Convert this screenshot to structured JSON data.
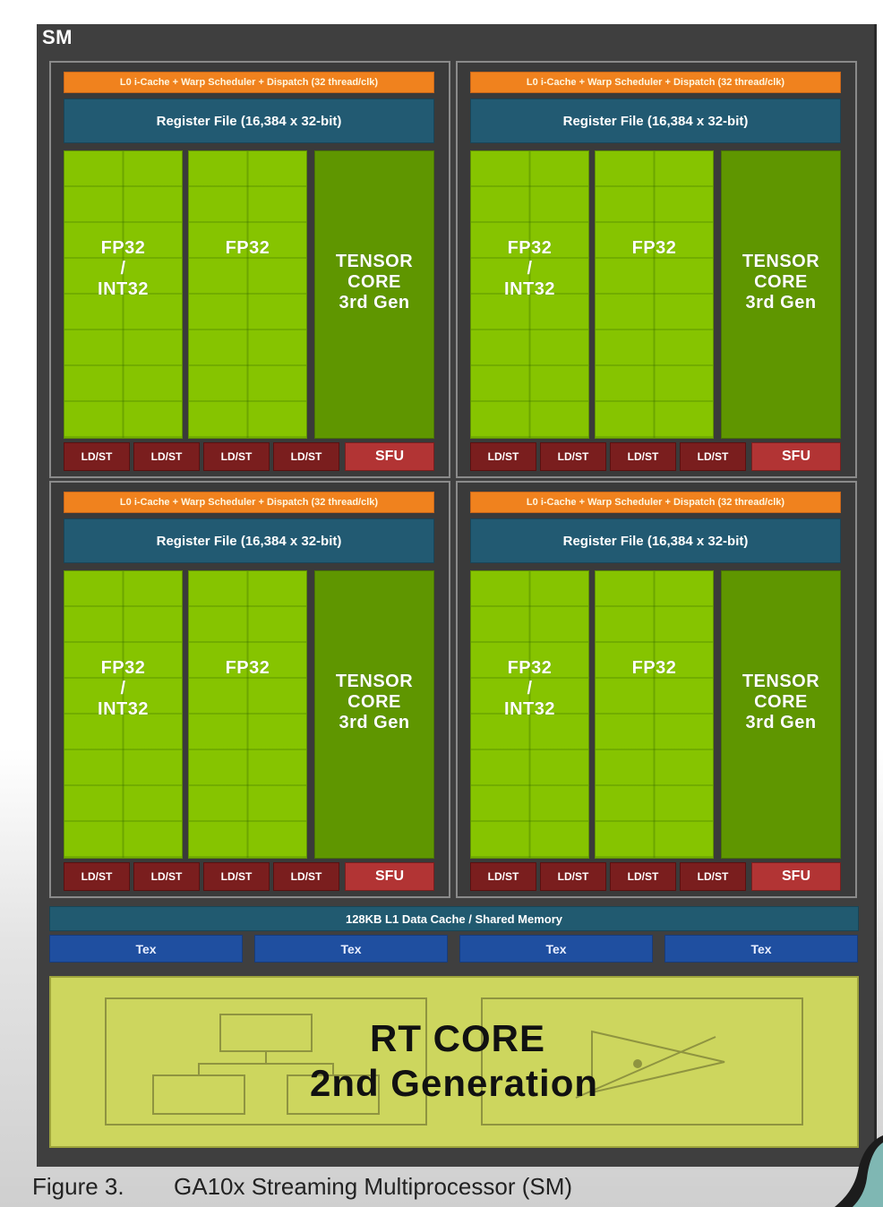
{
  "sm": {
    "title": "SM",
    "processing_blocks": [
      {
        "warp_scheduler": "L0 i-Cache + Warp Scheduler + Dispatch (32 thread/clk)",
        "register_file": "Register File (16,384 x 32-bit)",
        "units": [
          {
            "lines": [
              "FP32",
              "/",
              "INT32"
            ]
          },
          {
            "lines": [
              "FP32"
            ]
          },
          {
            "lines": [
              "TENSOR",
              "CORE",
              "3rd Gen"
            ]
          }
        ],
        "ldst": [
          "LD/ST",
          "LD/ST",
          "LD/ST",
          "LD/ST"
        ],
        "sfu": "SFU"
      },
      {
        "warp_scheduler": "L0 i-Cache + Warp Scheduler + Dispatch (32 thread/clk)",
        "register_file": "Register File (16,384 x 32-bit)",
        "units": [
          {
            "lines": [
              "FP32",
              "/",
              "INT32"
            ]
          },
          {
            "lines": [
              "FP32"
            ]
          },
          {
            "lines": [
              "TENSOR",
              "CORE",
              "3rd Gen"
            ]
          }
        ],
        "ldst": [
          "LD/ST",
          "LD/ST",
          "LD/ST",
          "LD/ST"
        ],
        "sfu": "SFU"
      },
      {
        "warp_scheduler": "L0 i-Cache + Warp Scheduler + Dispatch (32 thread/clk)",
        "register_file": "Register File (16,384 x 32-bit)",
        "units": [
          {
            "lines": [
              "FP32",
              "/",
              "INT32"
            ]
          },
          {
            "lines": [
              "FP32"
            ]
          },
          {
            "lines": [
              "TENSOR",
              "CORE",
              "3rd Gen"
            ]
          }
        ],
        "ldst": [
          "LD/ST",
          "LD/ST",
          "LD/ST",
          "LD/ST"
        ],
        "sfu": "SFU"
      },
      {
        "warp_scheduler": "L0 i-Cache + Warp Scheduler + Dispatch (32 thread/clk)",
        "register_file": "Register File (16,384 x 32-bit)",
        "units": [
          {
            "lines": [
              "FP32",
              "/",
              "INT32"
            ]
          },
          {
            "lines": [
              "FP32"
            ]
          },
          {
            "lines": [
              "TENSOR",
              "CORE",
              "3rd Gen"
            ]
          }
        ],
        "ldst": [
          "LD/ST",
          "LD/ST",
          "LD/ST",
          "LD/ST"
        ],
        "sfu": "SFU"
      }
    ],
    "l1_cache": "128KB L1 Data Cache / Shared Memory",
    "tex_units": [
      "Tex",
      "Tex",
      "Tex",
      "Tex"
    ],
    "rt_core": {
      "line1": "RT CORE",
      "line2": "2nd Generation"
    }
  },
  "caption": {
    "number": "Figure 3.",
    "text": "GA10x Streaming Multiprocessor (SM)"
  },
  "colors": {
    "sm_background": "#3f3f3f",
    "warp_scheduler": "#f0821e",
    "register_file": "#225a72",
    "fp_unit": "#86c400",
    "tensor_core": "#5f9600",
    "ldst": "#7a1e1e",
    "sfu": "#b23434",
    "l1_cache": "#215a70",
    "tex": "#1f4fa0",
    "rt_core": "#cdd65e"
  }
}
